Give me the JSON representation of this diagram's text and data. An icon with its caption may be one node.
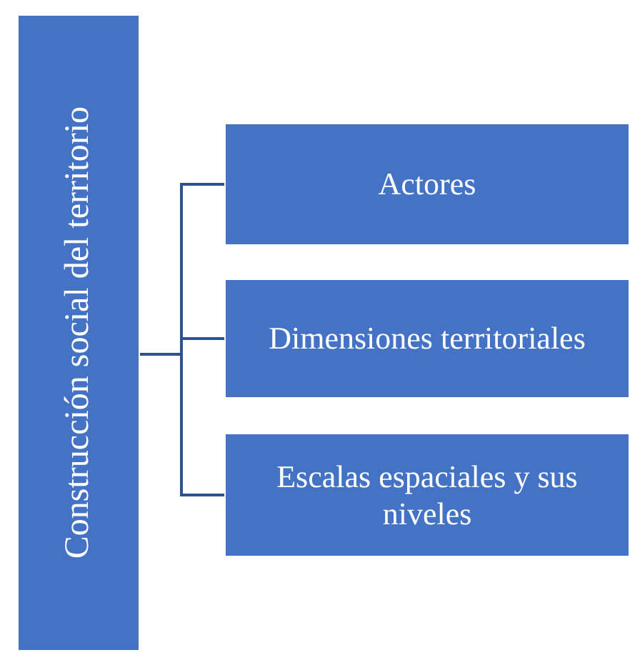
{
  "diagram": {
    "nodes": [
      {
        "text": [
          "Construcción social del territorio"
        ]
      },
      {
        "text": [
          "Actores"
        ]
      },
      {
        "text": [
          "Dimensiones territoriales"
        ]
      },
      {
        "text": [
          "Escalas espaciales y sus niveles"
        ]
      }
    ],
    "edges": [
      {
        "from": 0,
        "to": 1,
        "arrow": "none"
      },
      {
        "from": 0,
        "to": 2,
        "arrow": "none"
      },
      {
        "from": 0,
        "to": 3,
        "arrow": "none"
      }
    ]
  }
}
